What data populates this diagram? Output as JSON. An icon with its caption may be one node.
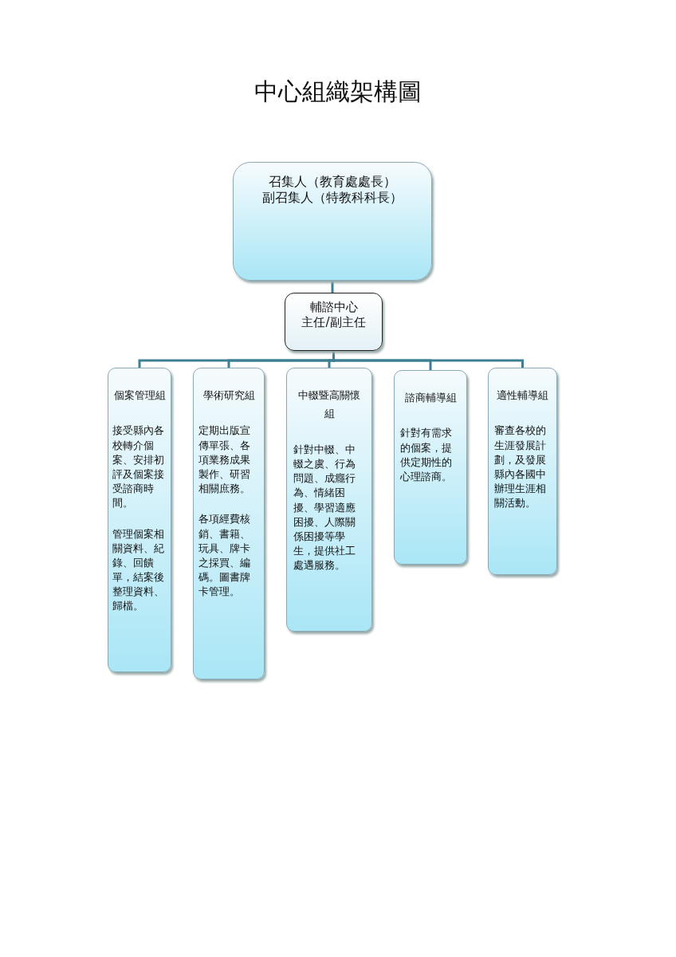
{
  "diagram": {
    "title": "中心組織架構圖",
    "nodes": [
      {
        "text": [
          "召集人（教育處處長）",
          "副召集人（特教科科長）"
        ]
      },
      {
        "text": [
          "輔諮中心",
          "主任/副主任"
        ]
      },
      {
        "text": [
          "個案管理組",
          "接受縣內各校轉介個案、安排初評及個案接受諮商時間。",
          "管理個案相關資料、紀錄、回饋單，結案後整理資料、歸檔。"
        ]
      },
      {
        "text": [
          "學術研究組",
          "定期出版宣傳單張、各項業務成果製作、研習相關庶務。",
          "各項經費核銷、書籍、玩具、牌卡之採買、編碼。圖書牌卡管理。"
        ]
      },
      {
        "text": [
          "中輟暨高關懷組",
          "針對中輟、中輟之虞、行為問題、成癮行為、情緒困擾、學習適應困擾、人際關係困擾等學生，提供社工處遇服務。"
        ]
      },
      {
        "text": [
          "諮商輔導組",
          "針對有需求的個案，提供定期性的心理諮商。"
        ]
      },
      {
        "text": [
          "適性輔導組",
          "審查各校的生涯發展計劃，及發展縣內各國中辦理生涯相關活動。"
        ]
      }
    ],
    "edges": [
      {
        "from": 0,
        "to": 1,
        "arrow": "none"
      },
      {
        "from": 1,
        "to": 2,
        "arrow": "none"
      },
      {
        "from": 1,
        "to": 3,
        "arrow": "none"
      },
      {
        "from": 1,
        "to": 4,
        "arrow": "none"
      },
      {
        "from": 1,
        "to": 5,
        "arrow": "none"
      },
      {
        "from": 1,
        "to": 6,
        "arrow": "none"
      }
    ]
  }
}
